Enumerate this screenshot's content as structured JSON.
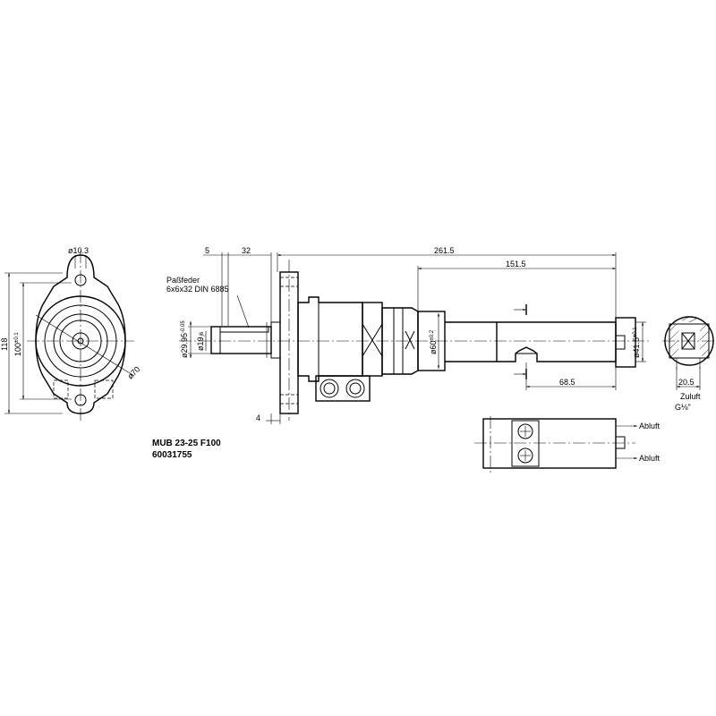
{
  "drawing": {
    "title_line1": "MUB 23-25 F100",
    "title_line2": "60031755"
  },
  "dimensions": {
    "hole_dia": "ø10.3",
    "height_118": "118",
    "pitch_100": "100",
    "pitch_100_tol": "±0.1",
    "bore_70": "ø70",
    "dim_5": "5",
    "dim_32": "32",
    "dim_261_5": "261.5",
    "dim_151_5": "151.5",
    "dim_4": "4",
    "dia_29_95": "ø29.95",
    "dia_29_95_tol": "-0.05",
    "dia_19": "ø19",
    "dia_19_tol": "j6",
    "dia_60": "ø60",
    "dia_60_tol": "±0.2",
    "dia_41_5": "ø41.5",
    "dia_41_5_tol": "±0.1",
    "dim_68_5": "68.5",
    "dim_20_5": "20.5"
  },
  "labels": {
    "key_line1": "Paßfeder",
    "key_line2": "6x6x32  DIN  6885",
    "supply": "Zuluft",
    "supply_thread": "G⅛\"",
    "exhaust_top": "Abluft",
    "exhaust_bottom": "Abluft"
  }
}
